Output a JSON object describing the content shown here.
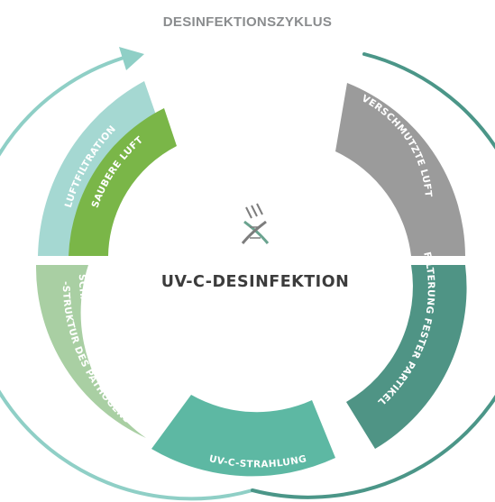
{
  "title": "DESINFEKTIONSZYKLUS",
  "center": {
    "label": "UV-C-DESINFEKTION",
    "icon": "dna-uv-icon"
  },
  "segments": [
    {
      "id": "verschmutzte-luft",
      "label": "VERSCHMUTZTE LUFT",
      "color": "#9b9b9b"
    },
    {
      "id": "filterung",
      "label": "FILTERUNG FESTER PARTIKEL",
      "color": "#4f9485"
    },
    {
      "id": "uvc-strahlung",
      "label": "UV-C-STRAHLUNG",
      "color": "#5db8a3"
    },
    {
      "id": "schaedigung-1",
      "label": "SCHÄDIGUNG DER DNA-/RNA",
      "color": "#a9cfa3"
    },
    {
      "id": "schaedigung-2",
      "label": "-STRUKTUR DES PATHOGENS",
      "color": "#a9cfa3"
    },
    {
      "id": "luftfiltration",
      "label": "LUFTFILTRATION",
      "color": "#a5d8d2"
    },
    {
      "id": "saubere-luft",
      "label": "SAUBERE LUFT",
      "color": "#7ab648"
    }
  ],
  "colors": {
    "title": "#8a8c8e",
    "outer_arrow_left": "#8fcfc6",
    "outer_arrow_right": "#4b9688"
  }
}
